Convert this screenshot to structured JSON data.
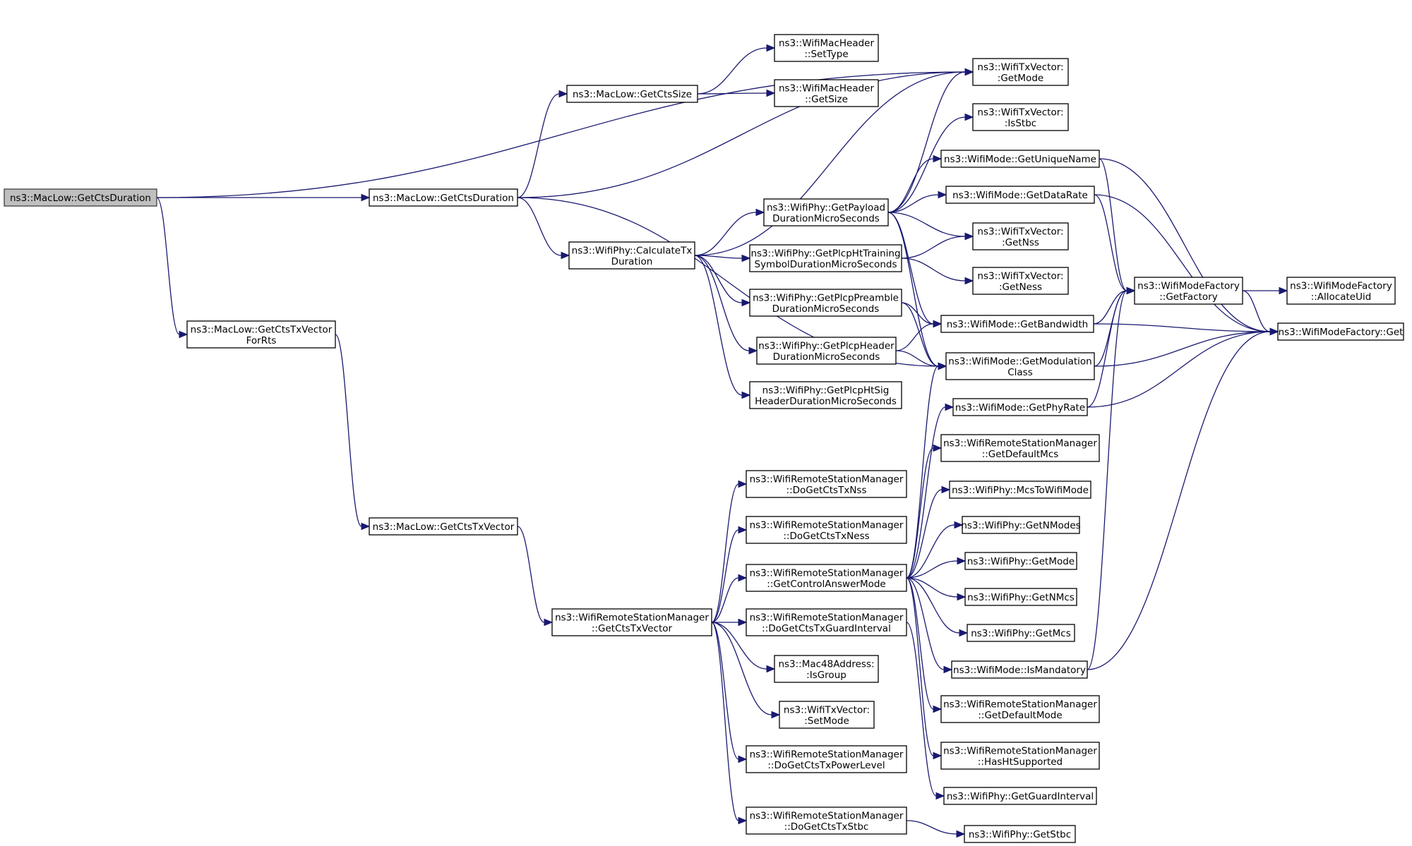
{
  "diagram": {
    "nodes": [
      {
        "id": "root",
        "lines": [
          "ns3::MacLow::GetCtsDuration"
        ],
        "root": true
      },
      {
        "id": "mlGetCtsDuration",
        "lines": [
          "ns3::MacLow::GetCtsDuration"
        ]
      },
      {
        "id": "mlGetCtsTxVectorForRts",
        "lines": [
          "ns3::MacLow::GetCtsTxVector",
          "ForRts"
        ]
      },
      {
        "id": "mlGetCtsSize",
        "lines": [
          "ns3::MacLow::GetCtsSize"
        ]
      },
      {
        "id": "calcTxDuration",
        "lines": [
          "ns3::WifiPhy::CalculateTx",
          "Duration"
        ]
      },
      {
        "id": "mlGetCtsTxVector",
        "lines": [
          "ns3::MacLow::GetCtsTxVector"
        ]
      },
      {
        "id": "rsmGetCtsTxVector",
        "lines": [
          "ns3::WifiRemoteStationManager",
          "::GetCtsTxVector"
        ]
      },
      {
        "id": "hdrSetType",
        "lines": [
          "ns3::WifiMacHeader",
          "::SetType"
        ]
      },
      {
        "id": "hdrGetSize",
        "lines": [
          "ns3::WifiMacHeader",
          "::GetSize"
        ]
      },
      {
        "id": "getPayload",
        "lines": [
          "ns3::WifiPhy::GetPayload",
          "DurationMicroSeconds"
        ]
      },
      {
        "id": "getHtTraining",
        "lines": [
          "ns3::WifiPhy::GetPlcpHtTraining",
          "SymbolDurationMicroSeconds"
        ]
      },
      {
        "id": "getPreamble",
        "lines": [
          "ns3::WifiPhy::GetPlcpPreamble",
          "DurationMicroSeconds"
        ]
      },
      {
        "id": "getHeader",
        "lines": [
          "ns3::WifiPhy::GetPlcpHeader",
          "DurationMicroSeconds"
        ]
      },
      {
        "id": "getHtSig",
        "lines": [
          "ns3::WifiPhy::GetPlcpHtSig",
          "HeaderDurationMicroSeconds"
        ]
      },
      {
        "id": "doCtsTxNss",
        "lines": [
          "ns3::WifiRemoteStationManager",
          "::DoGetCtsTxNss"
        ]
      },
      {
        "id": "doCtsTxNess",
        "lines": [
          "ns3::WifiRemoteStationManager",
          "::DoGetCtsTxNess"
        ]
      },
      {
        "id": "getControlAnswerMode",
        "lines": [
          "ns3::WifiRemoteStationManager",
          "::GetControlAnswerMode"
        ]
      },
      {
        "id": "doCtsTxGi",
        "lines": [
          "ns3::WifiRemoteStationManager",
          "::DoGetCtsTxGuardInterval"
        ]
      },
      {
        "id": "macIsGroup",
        "lines": [
          "ns3::Mac48Address:",
          ":IsGroup"
        ]
      },
      {
        "id": "txvSetMode",
        "lines": [
          "ns3::WifiTxVector:",
          ":SetMode"
        ]
      },
      {
        "id": "doCtsTxPower",
        "lines": [
          "ns3::WifiRemoteStationManager",
          "::DoGetCtsTxPowerLevel"
        ]
      },
      {
        "id": "doCtsTxStbc",
        "lines": [
          "ns3::WifiRemoteStationManager",
          "::DoGetCtsTxStbc"
        ]
      },
      {
        "id": "txvGetMode",
        "lines": [
          "ns3::WifiTxVector:",
          ":GetMode"
        ]
      },
      {
        "id": "txvIsStbc",
        "lines": [
          "ns3::WifiTxVector:",
          ":IsStbc"
        ]
      },
      {
        "id": "wmGetUniqueName",
        "lines": [
          "ns3::WifiMode::GetUniqueName"
        ]
      },
      {
        "id": "wmGetDataRate",
        "lines": [
          "ns3::WifiMode::GetDataRate"
        ]
      },
      {
        "id": "txvGetNss",
        "lines": [
          "ns3::WifiTxVector:",
          ":GetNss"
        ]
      },
      {
        "id": "txvGetNess",
        "lines": [
          "ns3::WifiTxVector:",
          ":GetNess"
        ]
      },
      {
        "id": "wmGetBandwidth",
        "lines": [
          "ns3::WifiMode::GetBandwidth"
        ]
      },
      {
        "id": "wmGetModClass",
        "lines": [
          "ns3::WifiMode::GetModulation",
          "Class"
        ]
      },
      {
        "id": "wmGetPhyRate",
        "lines": [
          "ns3::WifiMode::GetPhyRate"
        ]
      },
      {
        "id": "rsmGetDefaultMcs",
        "lines": [
          "ns3::WifiRemoteStationManager",
          "::GetDefaultMcs"
        ]
      },
      {
        "id": "phyMcsToWifiMode",
        "lines": [
          "ns3::WifiPhy::McsToWifiMode"
        ]
      },
      {
        "id": "phyGetNModes",
        "lines": [
          "ns3::WifiPhy::GetNModes"
        ]
      },
      {
        "id": "phyGetMode",
        "lines": [
          "ns3::WifiPhy::GetMode"
        ]
      },
      {
        "id": "phyGetNMcs",
        "lines": [
          "ns3::WifiPhy::GetNMcs"
        ]
      },
      {
        "id": "phyGetMcs",
        "lines": [
          "ns3::WifiPhy::GetMcs"
        ]
      },
      {
        "id": "wmIsMandatory",
        "lines": [
          "ns3::WifiMode::IsMandatory"
        ]
      },
      {
        "id": "rsmGetDefaultMode",
        "lines": [
          "ns3::WifiRemoteStationManager",
          "::GetDefaultMode"
        ]
      },
      {
        "id": "rsmHasHt",
        "lines": [
          "ns3::WifiRemoteStationManager",
          "::HasHtSupported"
        ]
      },
      {
        "id": "phyGetGi",
        "lines": [
          "ns3::WifiPhy::GetGuardInterval"
        ]
      },
      {
        "id": "phyGetStbc",
        "lines": [
          "ns3::WifiPhy::GetStbc"
        ]
      },
      {
        "id": "wmfGetFactory",
        "lines": [
          "ns3::WifiModeFactory",
          "::GetFactory"
        ]
      },
      {
        "id": "wmfAllocateUid",
        "lines": [
          "ns3::WifiModeFactory",
          "::AllocateUid"
        ]
      },
      {
        "id": "wmfGet",
        "lines": [
          "ns3::WifiModeFactory::Get"
        ]
      }
    ],
    "edges": [
      [
        "root",
        "txvGetMode"
      ],
      [
        "root",
        "mlGetCtsDuration"
      ],
      [
        "root",
        "mlGetCtsTxVectorForRts"
      ],
      [
        "mlGetCtsDuration",
        "mlGetCtsSize"
      ],
      [
        "mlGetCtsDuration",
        "txvGetMode"
      ],
      [
        "mlGetCtsDuration",
        "calcTxDuration"
      ],
      [
        "mlGetCtsDuration",
        "wmGetModClass"
      ],
      [
        "mlGetCtsTxVectorForRts",
        "mlGetCtsTxVector"
      ],
      [
        "mlGetCtsSize",
        "hdrSetType"
      ],
      [
        "mlGetCtsSize",
        "hdrGetSize"
      ],
      [
        "mlGetCtsTxVector",
        "rsmGetCtsTxVector"
      ],
      [
        "calcTxDuration",
        "txvGetMode"
      ],
      [
        "calcTxDuration",
        "getPayload"
      ],
      [
        "calcTxDuration",
        "getHtTraining"
      ],
      [
        "calcTxDuration",
        "getPreamble"
      ],
      [
        "calcTxDuration",
        "getHeader"
      ],
      [
        "calcTxDuration",
        "getHtSig"
      ],
      [
        "getPayload",
        "txvGetMode"
      ],
      [
        "getPayload",
        "txvIsStbc"
      ],
      [
        "getPayload",
        "wmGetUniqueName"
      ],
      [
        "getPayload",
        "wmGetDataRate"
      ],
      [
        "getPayload",
        "txvGetNss"
      ],
      [
        "getPayload",
        "wmGetBandwidth"
      ],
      [
        "getPayload",
        "wmGetModClass"
      ],
      [
        "getHtTraining",
        "txvGetNss"
      ],
      [
        "getHtTraining",
        "txvGetNess"
      ],
      [
        "getPreamble",
        "wmGetBandwidth"
      ],
      [
        "getPreamble",
        "wmGetModClass"
      ],
      [
        "getHeader",
        "wmGetBandwidth"
      ],
      [
        "getHeader",
        "wmGetModClass"
      ],
      [
        "wmGetUniqueName",
        "wmfGetFactory"
      ],
      [
        "wmGetUniqueName",
        "wmfGet"
      ],
      [
        "wmGetDataRate",
        "wmfGetFactory"
      ],
      [
        "wmGetDataRate",
        "wmfGet"
      ],
      [
        "wmGetBandwidth",
        "wmfGetFactory"
      ],
      [
        "wmGetBandwidth",
        "wmfGet"
      ],
      [
        "wmGetModClass",
        "wmfGetFactory"
      ],
      [
        "wmGetModClass",
        "wmfGet"
      ],
      [
        "wmGetPhyRate",
        "wmfGetFactory"
      ],
      [
        "wmGetPhyRate",
        "wmfGet"
      ],
      [
        "wmIsMandatory",
        "wmfGetFactory"
      ],
      [
        "wmIsMandatory",
        "wmfGet"
      ],
      [
        "wmfGetFactory",
        "wmfAllocateUid"
      ],
      [
        "wmfGetFactory",
        "wmfGet"
      ],
      [
        "rsmGetCtsTxVector",
        "doCtsTxNss"
      ],
      [
        "rsmGetCtsTxVector",
        "doCtsTxNess"
      ],
      [
        "rsmGetCtsTxVector",
        "getControlAnswerMode"
      ],
      [
        "rsmGetCtsTxVector",
        "doCtsTxGi"
      ],
      [
        "rsmGetCtsTxVector",
        "macIsGroup"
      ],
      [
        "rsmGetCtsTxVector",
        "txvSetMode"
      ],
      [
        "rsmGetCtsTxVector",
        "doCtsTxPower"
      ],
      [
        "rsmGetCtsTxVector",
        "doCtsTxStbc"
      ],
      [
        "getControlAnswerMode",
        "wmGetModClass"
      ],
      [
        "getControlAnswerMode",
        "wmGetPhyRate"
      ],
      [
        "getControlAnswerMode",
        "rsmGetDefaultMcs"
      ],
      [
        "getControlAnswerMode",
        "phyMcsToWifiMode"
      ],
      [
        "getControlAnswerMode",
        "phyGetNModes"
      ],
      [
        "getControlAnswerMode",
        "phyGetMode"
      ],
      [
        "getControlAnswerMode",
        "phyGetNMcs"
      ],
      [
        "getControlAnswerMode",
        "phyGetMcs"
      ],
      [
        "getControlAnswerMode",
        "wmIsMandatory"
      ],
      [
        "getControlAnswerMode",
        "rsmGetDefaultMode"
      ],
      [
        "getControlAnswerMode",
        "rsmHasHt"
      ],
      [
        "doCtsTxGi",
        "phyGetGi"
      ],
      [
        "doCtsTxStbc",
        "phyGetStbc"
      ]
    ]
  }
}
